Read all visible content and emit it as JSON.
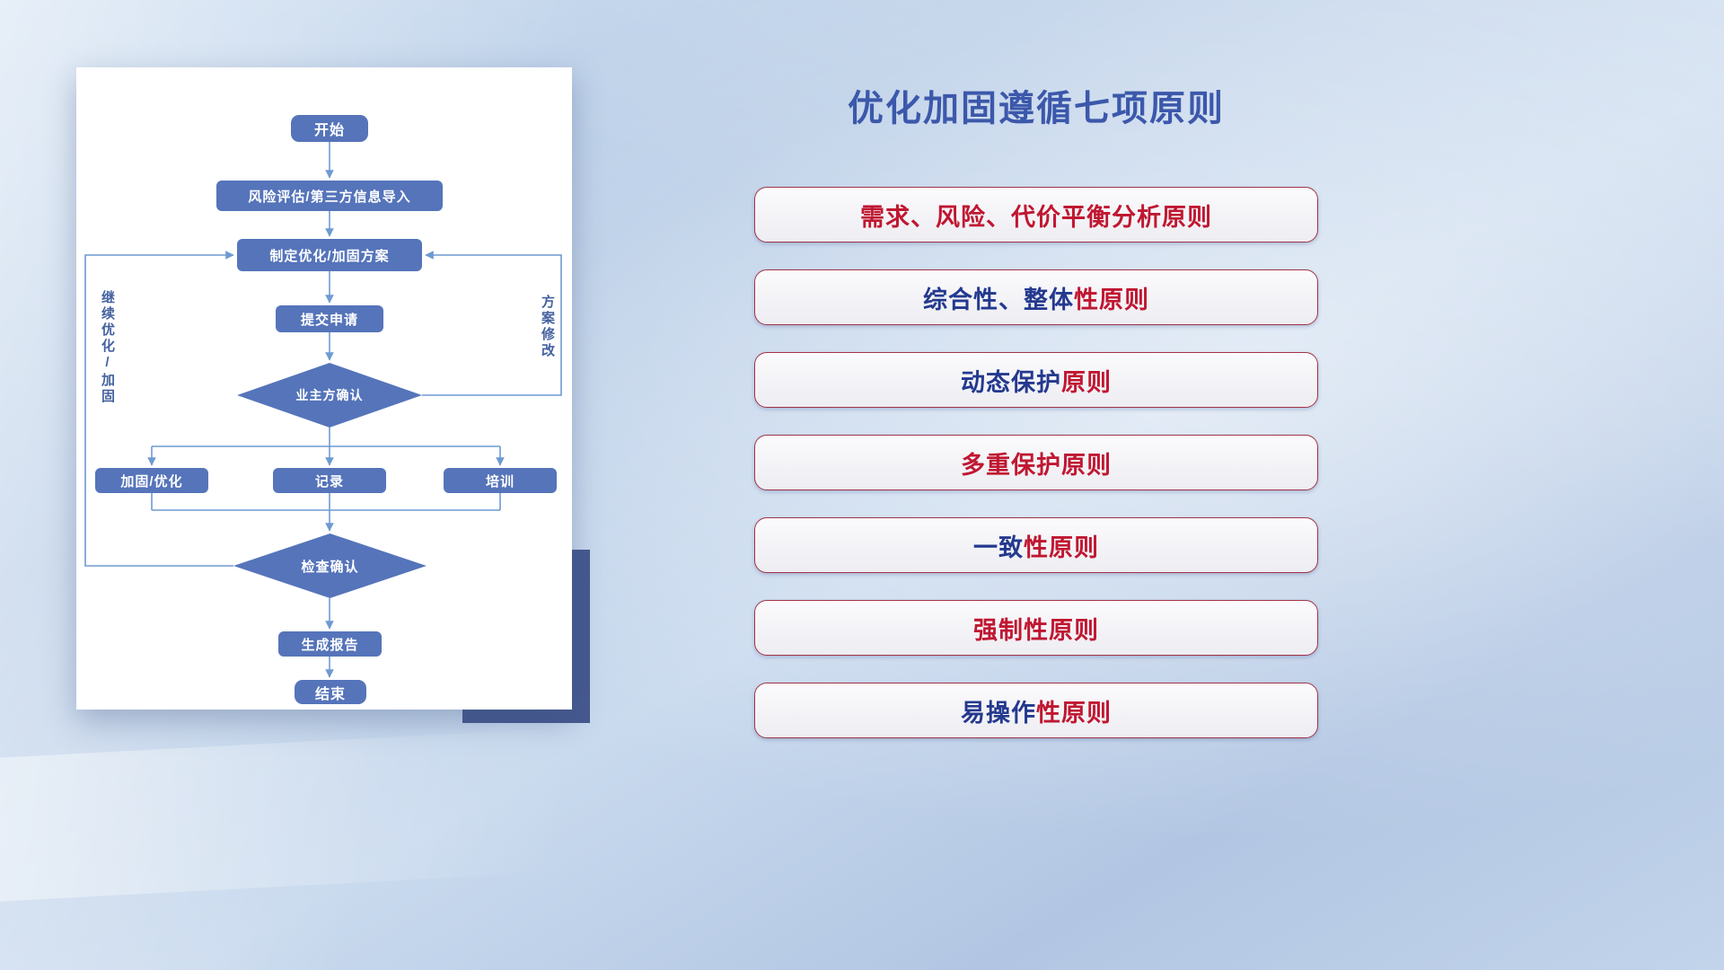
{
  "title": "优化加固遵循七项原则",
  "flowchart": {
    "nodes": {
      "start": "开始",
      "risk_import": "风险评估/第三方信息导入",
      "make_plan": "制定优化/加固方案",
      "submit": "提交申请",
      "owner_confirm": "业主方确认",
      "harden": "加固/优化",
      "record": "记录",
      "train": "培训",
      "check_confirm": "检查确认",
      "report": "生成报告",
      "end": "结束"
    },
    "loop_labels": {
      "left": "继续优化/加固",
      "right": "方案修改"
    }
  },
  "principles": [
    {
      "segments": [
        {
          "text": "需求、风险、代价平衡分析原则",
          "color": "red"
        }
      ]
    },
    {
      "segments": [
        {
          "text": "综合性、整体",
          "color": "blue"
        },
        {
          "text": "性原则",
          "color": "red"
        }
      ]
    },
    {
      "segments": [
        {
          "text": "动态保护",
          "color": "blue"
        },
        {
          "text": "原则",
          "color": "red"
        }
      ]
    },
    {
      "segments": [
        {
          "text": "多重保护原则",
          "color": "red"
        }
      ]
    },
    {
      "segments": [
        {
          "text": "一致",
          "color": "blue"
        },
        {
          "text": "性原则",
          "color": "red"
        }
      ]
    },
    {
      "segments": [
        {
          "text": "强制性原则",
          "color": "red"
        }
      ]
    },
    {
      "segments": [
        {
          "text": "易操作",
          "color": "blue"
        },
        {
          "text": "性原则",
          "color": "red"
        }
      ]
    }
  ],
  "colors": {
    "blue": "#24398e",
    "red": "#c01731",
    "node_fill": "#5574ba",
    "connector": "#6f9ad2",
    "title": "#3c58ab"
  }
}
